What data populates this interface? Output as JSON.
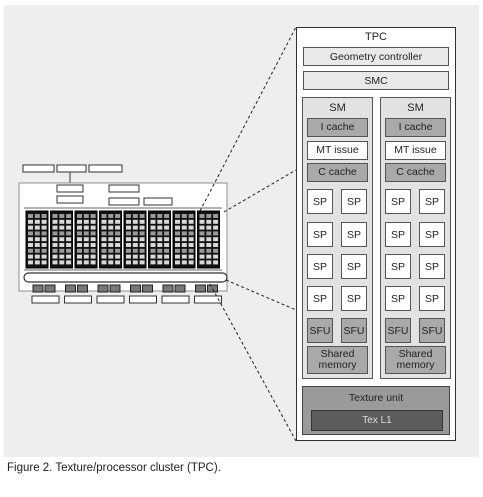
{
  "caption": "Figure 2. Texture/processor cluster (TPC).",
  "tpc": {
    "title": "TPC",
    "geometry_controller": "Geometry controller",
    "smc": "SMC",
    "sms": [
      {
        "title": "SM",
        "icache": "I cache",
        "mt_issue": "MT issue",
        "ccache": "C cache",
        "sp_label": "SP",
        "sfu_label": "SFU",
        "shared_memory": [
          "Shared",
          "memory"
        ]
      },
      {
        "title": "SM",
        "icache": "I cache",
        "mt_issue": "MT issue",
        "ccache": "C cache",
        "sp_label": "SP",
        "sfu_label": "SFU",
        "shared_memory": [
          "Shared",
          "memory"
        ]
      }
    ],
    "texture_unit": "Texture unit",
    "tex_l1": "Tex L1"
  }
}
